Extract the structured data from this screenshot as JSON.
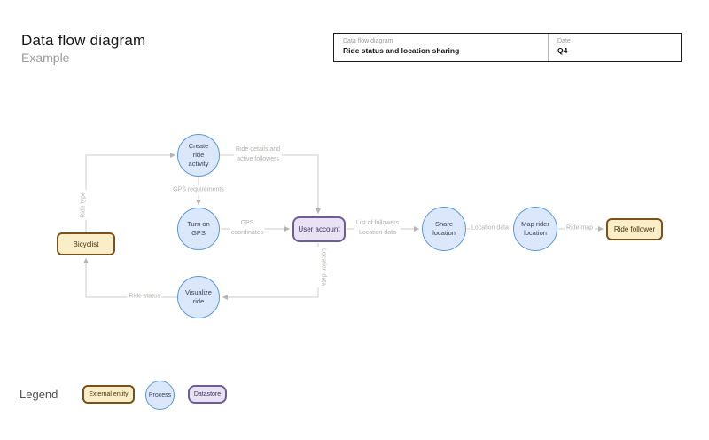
{
  "page": {
    "title": "Data flow diagram",
    "subtitle": "Example"
  },
  "header_box": {
    "doc_label": "Data flow diagram",
    "doc_value": "Ride status and location sharing",
    "date_label": "Date",
    "date_value": "Q4"
  },
  "diagram": {
    "nodes": {
      "bicyclist": {
        "label": "Bicyclist",
        "type": "external-entity"
      },
      "create_ride": {
        "label": "Create\nride\nactivity",
        "type": "process"
      },
      "turn_gps": {
        "label": "Turn on\nGPS",
        "type": "process"
      },
      "visualize_ride": {
        "label": "Visualize\nride",
        "type": "process"
      },
      "user_account": {
        "label": "User account",
        "type": "datastore"
      },
      "share_location": {
        "label": "Share\nlocation",
        "type": "process"
      },
      "map_rider": {
        "label": "Map rider\nlocation",
        "type": "process"
      },
      "ride_follower": {
        "label": "Ride follower",
        "type": "external-entity"
      }
    },
    "edge_labels": {
      "ride_type": "Ride type",
      "ride_details": "Ride details and\nactive followers",
      "gps_requirements": "GPS requirements",
      "gps_coordinates": "GPS\ncoordinates",
      "list_of_followers": "List of followers\nLocation data",
      "location_data_mid": "Location data",
      "ride_map": "Ride map",
      "location_data_vertical": "Location data",
      "ride_status": "Ride status"
    }
  },
  "legend": {
    "title": "Legend",
    "items": {
      "external_entity": "External entity",
      "process": "Process",
      "datastore": "Datastore"
    }
  },
  "colors": {
    "process_fill": "#dbe8fb",
    "process_stroke": "#5b97d8",
    "external_entity_fill": "#faeec9",
    "external_entity_stroke": "#78511b",
    "datastore_fill": "#e9e2f4",
    "datastore_stroke": "#6f5c96",
    "edge_line": "#cccccc",
    "edge_label_text": "#b3b0ac"
  }
}
